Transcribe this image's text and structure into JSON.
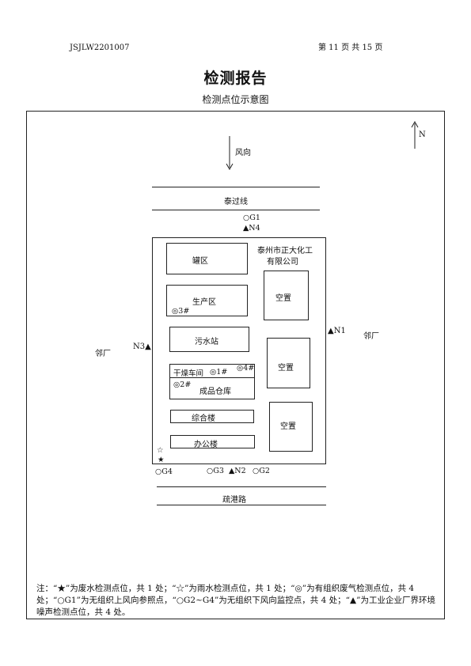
{
  "header": {
    "doc_id": "JSJLW2201007",
    "page_info": "第 11 页 共 15 页"
  },
  "report_title": "检测报告",
  "diagram_title": "检测点位示意图",
  "compass": {
    "north_label": "N"
  },
  "wind": {
    "label": "风向"
  },
  "roads": {
    "north": "泰过线",
    "south": "疏港路"
  },
  "company": {
    "name_line1": "泰州市正大化工",
    "name_line2": "有限公司"
  },
  "areas": {
    "tank": "罐区",
    "production": "生产区",
    "sewage": "污水站",
    "drying": "干燥车间",
    "warehouse": "成品仓库",
    "complex": "综合楼",
    "office": "办公楼",
    "vacant1": "空置",
    "vacant2": "空置",
    "vacant3": "空置"
  },
  "neighbors": {
    "west": "邻厂",
    "east": "邻厂"
  },
  "points": {
    "g1": "○G1",
    "n4": "▲N4",
    "p3": "◎3#",
    "p1": "◎1#",
    "p4": "◎4#",
    "p2": "◎2#",
    "n3": "N3▲",
    "n1": "▲N1",
    "rain": "☆",
    "waste": "★",
    "g4": "○G4",
    "g3": "○G3",
    "n2": "▲N2",
    "g2": "○G2"
  },
  "note": "注：“★”为废水检测点位，共 1 处；“☆”为雨水检测点位，共 1 处；“◎”为有组织废气检测点位，共 4 处；“○G1”为无组织上风向参照点，“○G2~G4”为无组织下风向监控点，共 4 处；“▲”为工业企业厂界环境噪声检测点位，共 4 处。"
}
